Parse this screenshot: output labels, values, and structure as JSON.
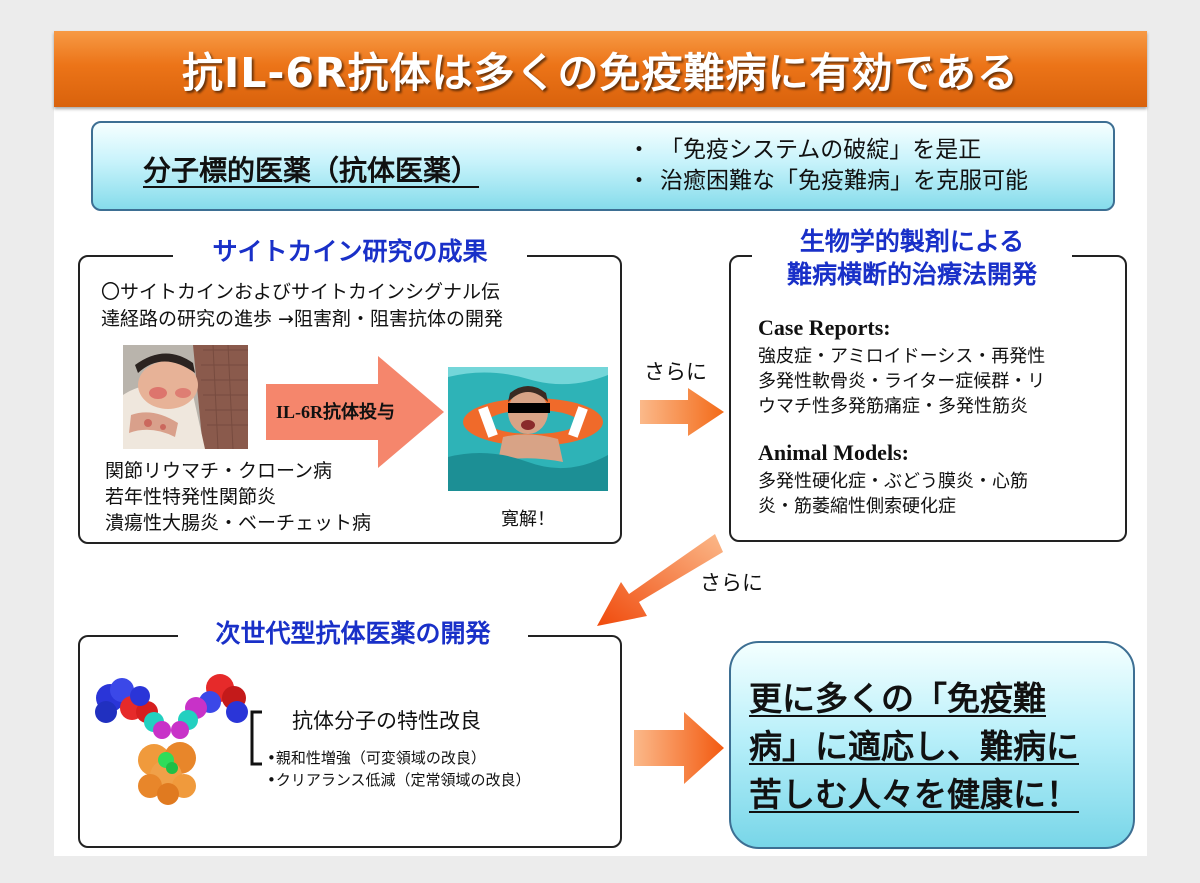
{
  "title": "抗IL-6R抗体は多くの免疫難病に有効である",
  "top": {
    "label": "分子標的医薬（抗体医薬）",
    "points": [
      "「免疫システムの破綻」を是正",
      "治癒困難な「免疫難病」を克服可能"
    ]
  },
  "left_panel": {
    "heading": "サイトカイン研究の成果",
    "intro_lines": [
      "〇サイトカインおよびサイトカインシグナル伝",
      "達経路の研究の進歩 →阻害剤・阻害抗体の開発"
    ],
    "arrow_label": "IL-6R抗体投与",
    "diseases": [
      "関節リウマチ・クローン病",
      "若年性特発性関節炎",
      "潰瘍性大腸炎・ベーチェット病"
    ],
    "result": "寛解！"
  },
  "connector_1": "さらに",
  "right_panel": {
    "heading_lines": [
      "生物学的製剤による",
      "難病横断的治療法開発"
    ],
    "case_title": "Case Reports:",
    "case_lines": [
      "強皮症・アミロイドーシス・再発性",
      "多発性軟骨炎・ライター症候群・リ",
      "ウマチ性多発筋痛症・多発性筋炎"
    ],
    "animal_title": "Animal Models:",
    "animal_lines": [
      "多発性硬化症・ぶどう膜炎・心筋",
      "炎・筋萎縮性側索硬化症"
    ]
  },
  "connector_2": "さらに",
  "bottom_panel": {
    "heading": "次世代型抗体医薬の開発",
    "subtitle": "抗体分子の特性改良",
    "items": [
      "•親和性増強（可変領域の改良）",
      "•クリアランス低減（定常領域の改良）"
    ]
  },
  "conclusion": {
    "lines": [
      "更に多くの「免疫難",
      "病」に適応し、難病に",
      "苦しむ人々を健康に！"
    ]
  },
  "colors": {
    "title_orange": "#ec7418",
    "heading_blue": "#1930c8",
    "arrow_orange": "#f47c20",
    "box_cyan": "#c8f3fb"
  }
}
